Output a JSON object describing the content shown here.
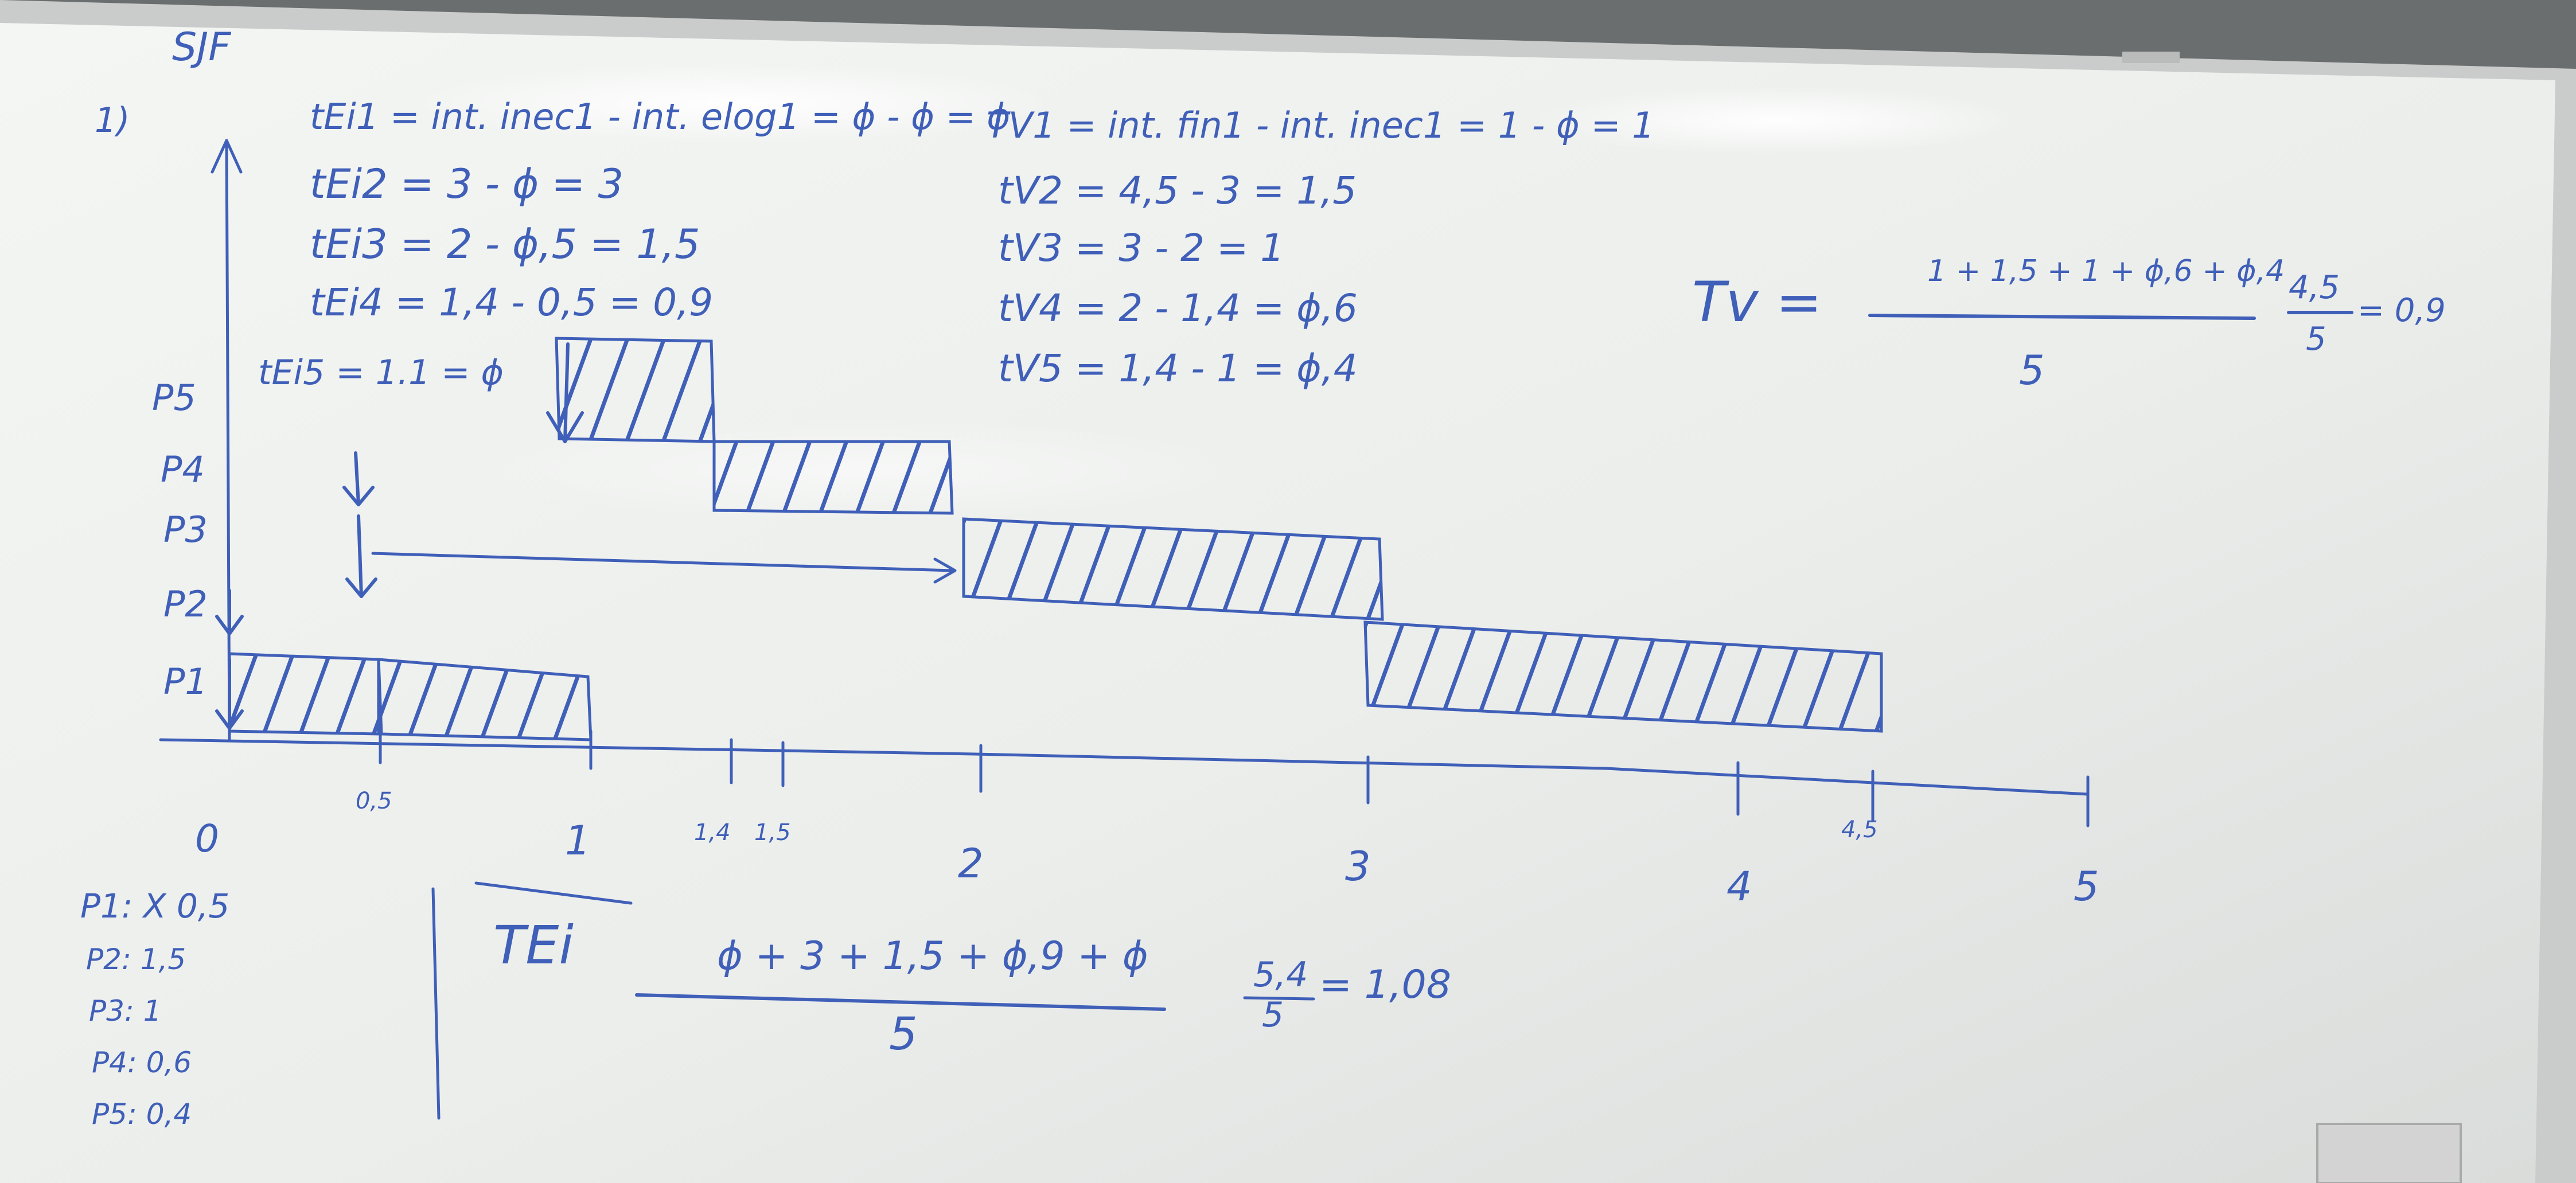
{
  "board": {
    "heading": "SJF",
    "item_number": "1)",
    "colors": {
      "ink": "#3f5fb8",
      "board": "#eef0ee",
      "frame": "#c9cccb",
      "wall": "#6b6e6e"
    }
  },
  "wait_times": {
    "lines": [
      "tEi1 = int. inec1 - int. elog1 = ϕ - ϕ = ϕ",
      "tEi2 = 3 - ϕ = 3",
      "tEi3 = 2 - ϕ,5 = 1,5",
      "tEi4 = 1,4 - 0,5 = 0,9",
      "tEi5 = 1.1 = ϕ"
    ]
  },
  "turnaround_times": {
    "lines": [
      "TV1 = int. fin1 - int. inec1 = 1 - ϕ = 1",
      "tV2 = 4,5 - 3 = 1,5",
      "tV3 = 3 - 2 = 1",
      "tV4 = 2 - 1,4 = ϕ,6",
      "tV5 = 1,4 - 1 = ϕ,4"
    ],
    "average": {
      "lhs": "Tv =",
      "numerator": "1 + 1,5 + 1 + ϕ,6 + ϕ,4",
      "denominator": "5",
      "result1_num": "4,5",
      "result1_den": "5",
      "result2": "= 0,9"
    }
  },
  "gantt": {
    "process_labels": [
      "P5",
      "P4",
      "P3",
      "P2",
      "P1"
    ],
    "ticks": [
      "0",
      "0,5",
      "1",
      "1,4",
      "1,5",
      "2",
      "3",
      "4",
      "4,5",
      "5"
    ]
  },
  "wait_average": {
    "lhs": "TEi",
    "numerator": "ϕ + 3 + 1,5 + ϕ,9 + ϕ",
    "denominator": "5",
    "mid_num": "5,4",
    "mid_den": "5",
    "result": "= 1,08"
  },
  "arrivals": {
    "lines": [
      "P1: X 0,5",
      "P2: 1,5",
      "P3: 1",
      "P4: 0,6",
      "P5: 0,4"
    ]
  }
}
